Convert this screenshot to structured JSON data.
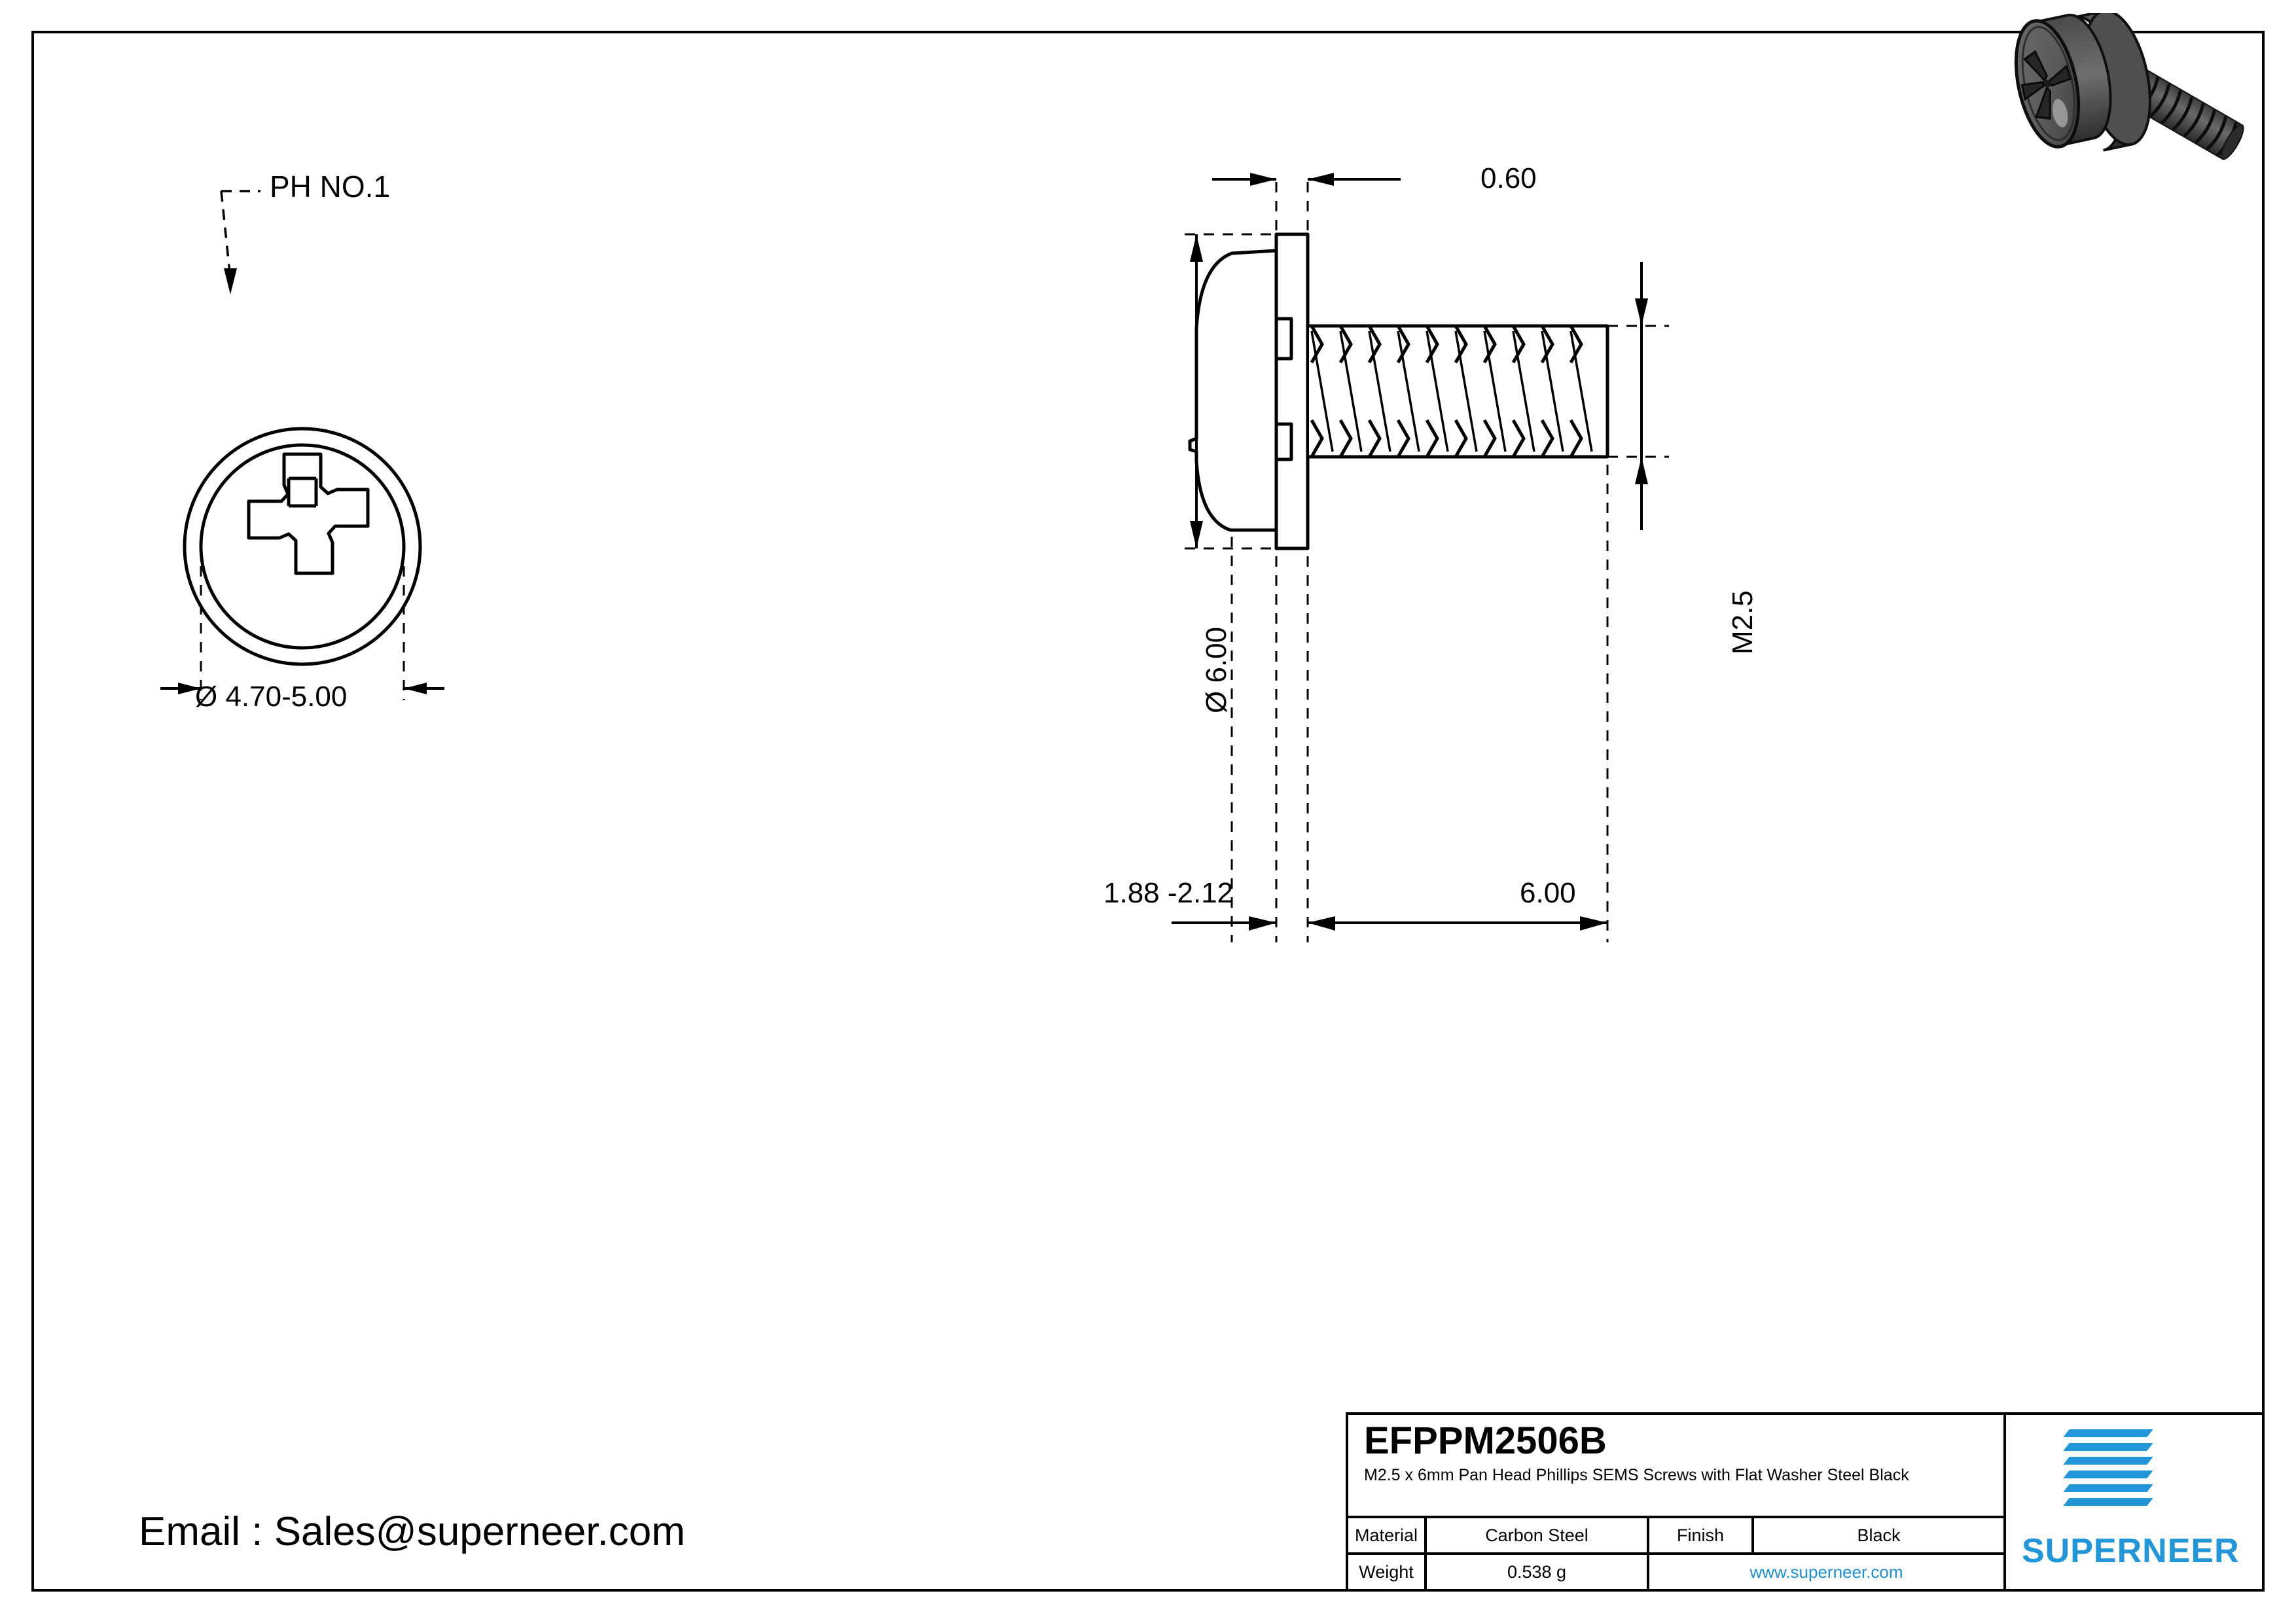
{
  "drawing": {
    "title_block": {
      "part_number": "EFPPM2506B",
      "description": "M2.5 x 6mm Pan Head Phillips SEMS Screws with  Flat Washer Steel Black",
      "rows": [
        {
          "label": "Material",
          "value": "Carbon Steel",
          "label2": "Finish",
          "value2": "Black"
        },
        {
          "label": "Weight",
          "value": "0.538 g",
          "link": "www.superneer.com"
        }
      ],
      "brand": "SUPERNEER",
      "brand_color": "#2196d9"
    },
    "email_line": "Email : Sales@superneer.com",
    "callouts": {
      "drive_type": "PH NO.1"
    },
    "dimensions": {
      "head_diameter": "Ø 4.70-5.00",
      "washer_diameter": "Ø 6.00",
      "washer_thickness": "0.60",
      "head_height": "1.88 -2.12",
      "thread_length": "6.00",
      "thread_size": "M2.5"
    },
    "views": {
      "top_view_name": "top-view-head",
      "side_view_name": "side-view-screw",
      "render_name": "isometric-render"
    }
  }
}
